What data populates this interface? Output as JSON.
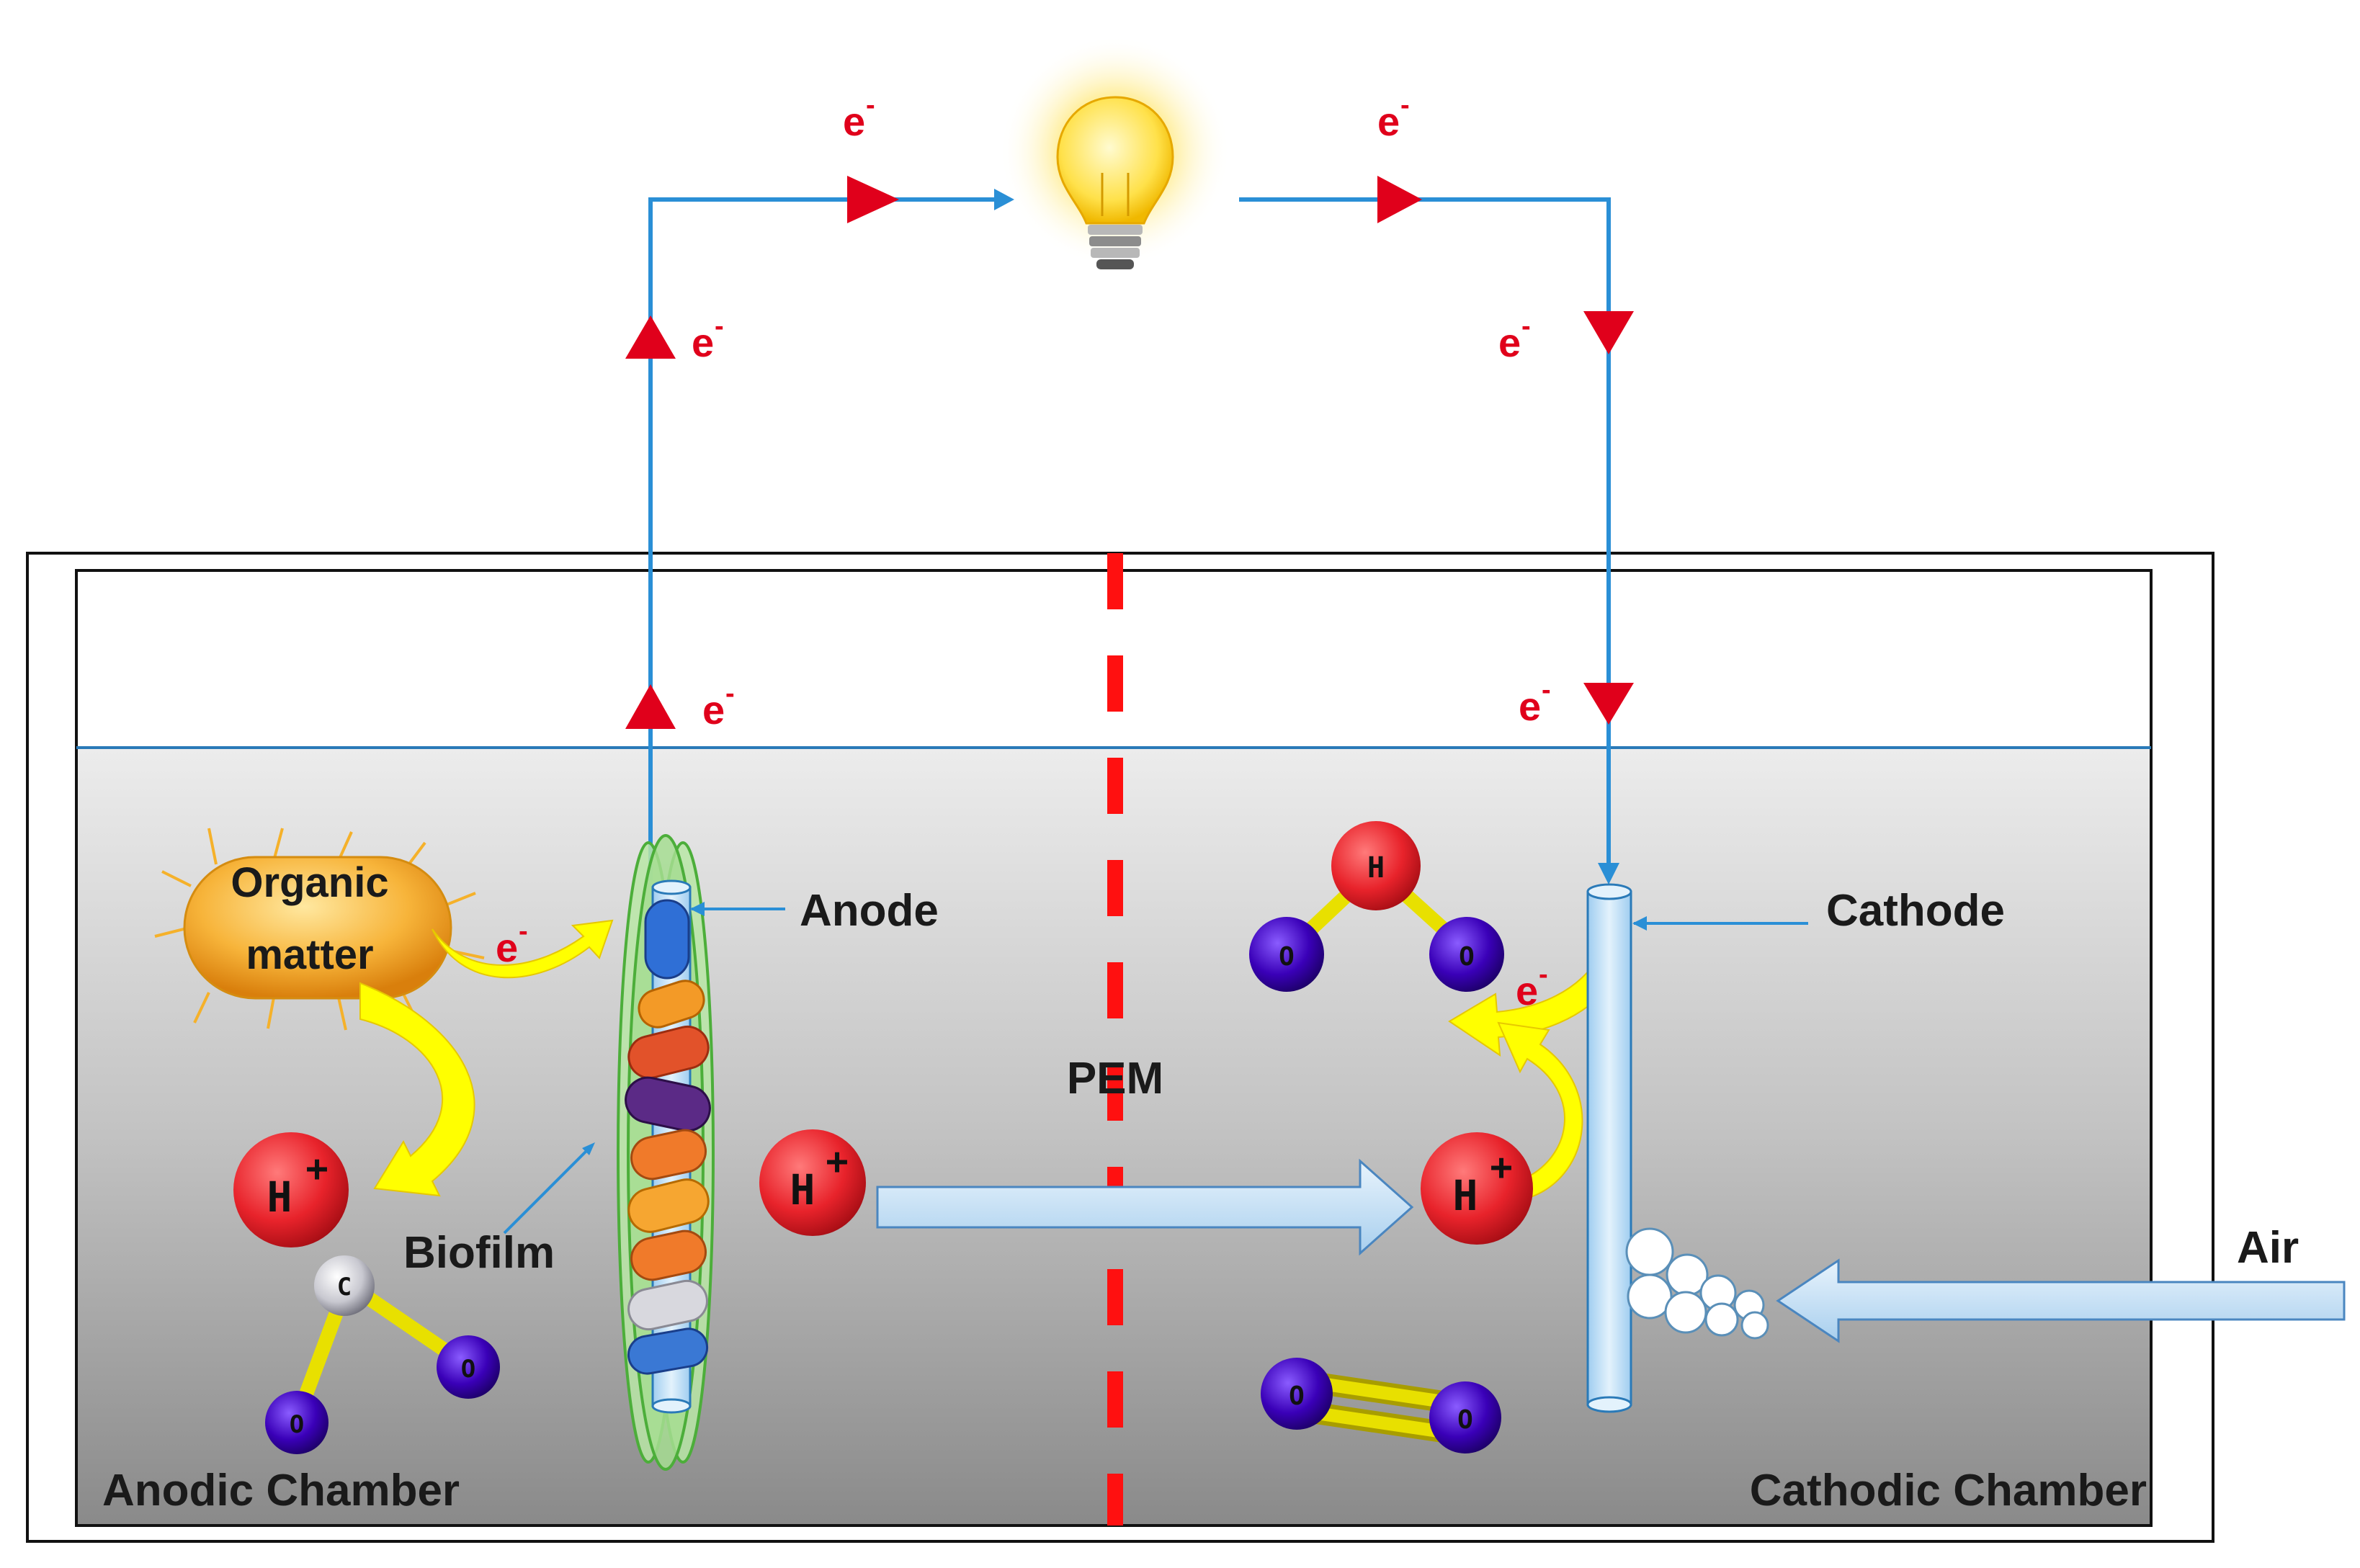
{
  "labels": {
    "organic_matter_line1": "Organic",
    "organic_matter_line2": "matter",
    "anode": "Anode",
    "cathode": "Cathode",
    "biofilm": "Biofilm",
    "pem": "PEM",
    "air": "Air",
    "anodic_chamber": "Anodic Chamber",
    "cathodic_chamber": "Cathodic Chamber"
  },
  "electron": {
    "symbol": "e",
    "charge": "-"
  },
  "proton": {
    "symbol": "H",
    "charge": "+"
  },
  "atoms": {
    "hydrogen": "H",
    "oxygen": "O",
    "carbon": "C"
  },
  "colors": {
    "wire": "#2a8fd6",
    "electron_arrow": "#e0001b",
    "pem_line": "#ff1010",
    "yellow_arrow": "#ffff00",
    "proton_atom": "#e8232b",
    "oxygen_atom": "#3a00b8",
    "carbon_atom": "#c8c8d0",
    "biofilm": "#8fd67a",
    "flow_arrow": "#bcdcf5"
  },
  "icons": {
    "bulb": "lightbulb-icon",
    "bacterium": "bacterium-icon"
  }
}
